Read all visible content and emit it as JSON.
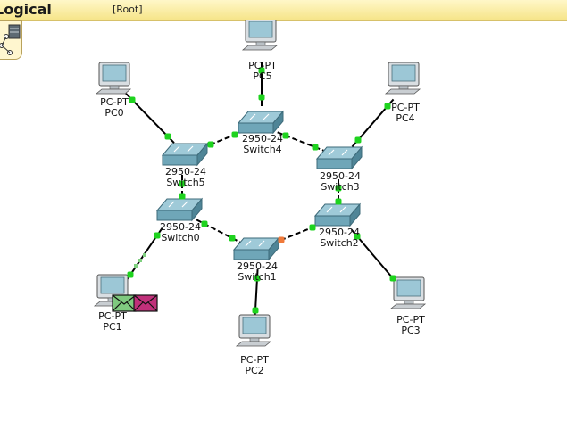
{
  "workspace": {
    "mode": "Logical",
    "location": "[Root]"
  },
  "devices": [
    {
      "name": "PC0",
      "model": "PC-PT"
    },
    {
      "name": "PC1",
      "model": "PC-PT"
    },
    {
      "name": "PC2",
      "model": "PC-PT"
    },
    {
      "name": "PC3",
      "model": "PC-PT"
    },
    {
      "name": "PC4",
      "model": "PC-PT"
    },
    {
      "name": "PC5",
      "model": "PC-PT"
    },
    {
      "name": "Switch0",
      "model": "2950-24"
    },
    {
      "name": "Switch1",
      "model": "2950-24"
    },
    {
      "name": "Switch2",
      "model": "2950-24"
    },
    {
      "name": "Switch3",
      "model": "2950-24"
    },
    {
      "name": "Switch4",
      "model": "2950-24"
    },
    {
      "name": "Switch5",
      "model": "2950-24"
    }
  ],
  "links": [
    {
      "from": "PC0",
      "to": "Switch5",
      "status": "up"
    },
    {
      "from": "PC5",
      "to": "Switch4",
      "status": "up"
    },
    {
      "from": "PC4",
      "to": "Switch3",
      "status": "up"
    },
    {
      "from": "Switch5",
      "to": "Switch4",
      "status": "up"
    },
    {
      "from": "Switch4",
      "to": "Switch3",
      "status": "up"
    },
    {
      "from": "Switch5",
      "to": "Switch0",
      "status": "up"
    },
    {
      "from": "Switch3",
      "to": "Switch2",
      "status": "up"
    },
    {
      "from": "Switch0",
      "to": "Switch1",
      "status": "up"
    },
    {
      "from": "Switch1",
      "to": "Switch2",
      "status": "blocked"
    },
    {
      "from": "Switch2",
      "to": "PC3",
      "status": "up"
    },
    {
      "from": "Switch1",
      "to": "PC2",
      "status": "up"
    },
    {
      "from": "Switch0",
      "to": "PC1",
      "status": "up"
    }
  ],
  "packets": [
    {
      "at": "PC1",
      "color": "#7fc97f"
    },
    {
      "at": "PC1",
      "color": "#c0307a"
    }
  ],
  "colors": {
    "link": "#000000",
    "port_up": "#1ed31e",
    "port_blocked": "#f07a3a",
    "switch": "#6fa6b8",
    "pc_screen": "#9cc7d6"
  }
}
